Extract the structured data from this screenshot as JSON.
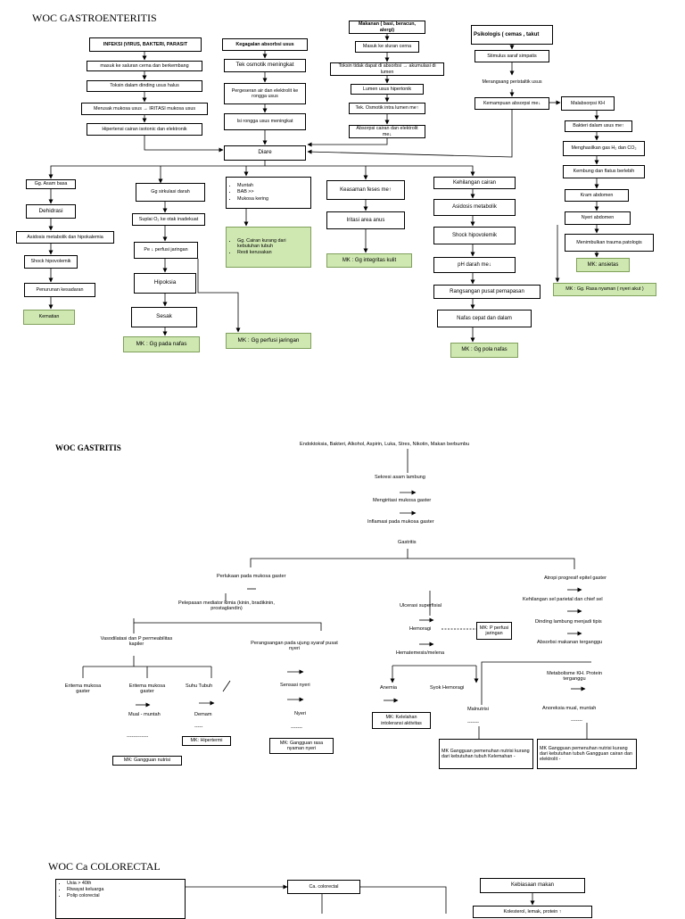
{
  "gastroenteritis": {
    "title": "WOC GASTROENTERITIS",
    "col1": [
      "INFEKSI (VIRUS, BAKTERI, PARASIT",
      "masuk ke saluran cerna dan berkembang",
      "Toksin dalam dinding usus halus",
      "Merusak mukosa usus → IRITASI mukosa usus",
      "Hipertensi cairan isotonic dan elektronik"
    ],
    "col2": [
      "Kegagalan absorbsi usus",
      "Tek osmotik meningkat",
      "Pergeseran air dan elektrolit ke rongga usus",
      "Isi rongga usus meningkat"
    ],
    "col3": [
      "Makanan ( basi, beracun, alergi)",
      "Masuk ke sluran cerna",
      "Toksin tidak dapat di absorbsi → akumulasi di lumen",
      "Lumen usus hipertonik",
      "Tek. Osmotik intra lumen me↑",
      "Absorpsi cairan dan elektrolit me↓"
    ],
    "col4": [
      "Psikologis ( cemas , takut",
      "Stimulus saraf simpatis",
      "Merangsang peristaltik usus",
      "Kemampuan absorpsi me↓"
    ],
    "diare": "Diare",
    "b1": [
      "Gg. Asam basa",
      "Dehidrasi",
      "Asidosis metabolik dan hipokalemia",
      "Shock hipovolemik",
      "Penurunan kesadaran",
      "Kematian"
    ],
    "b2": [
      "Gg sirkulasi darah",
      "Suplai O₂ ke otak inadekuat",
      "Pe ↓ perfusi jaringan",
      "Hipoksia",
      "Sesak",
      "MK : Gg pada nafas",
      "MK : Gg perfusi jaringan"
    ],
    "b3_list": [
      "Muntah",
      "BAB >>",
      "Mukosa kering"
    ],
    "b3_mk": [
      "Gg. Cairan kurang dari kebutuhan tubuh",
      "Resti kerusakan"
    ],
    "b4": [
      "Keasaman feses me↑",
      "Iritasi area anus",
      "MK : Gg integritas kulit"
    ],
    "b5": [
      "Kehilangan cairan",
      "Asidosis metabolik",
      "Shock hipovolemik",
      "pH darah me↓",
      "Rangsangan pusat pernapasan",
      "Nafas cepat dan dalam",
      "MK : Gg pola nafas"
    ],
    "b6": [
      "Malabsorpsi KH",
      "Bakteri dalam usus me↑",
      "Menghasilkan gas H₂ dan CO₂",
      "Kembung dan flatus berlebih",
      "Kram abdomen",
      "Nyeri abdomen",
      "Menimbulkan trauma patologis",
      "MK: ansietas",
      "MK : Gg. Rasa nyaman ( nyeri akut )"
    ]
  },
  "gastritis": {
    "title": "WOC GASTRITIS",
    "causes": "Endoktoksia, Bakteri, Alkohol, Aspirin, Luka, Stres, Nikotin, Makan berbumbu",
    "chain": [
      "Sekresi asam lambung",
      "Mengiritasi mukosa gaster",
      "Inflamasi pada mukosa gaster",
      "Gastritis"
    ],
    "left": [
      "Perlukaan pada mukosa gaster",
      "Pelepasan mediator kimia (kinin, bradikinin, prostaglandin)",
      "Vasodilatasi dan P permeabilitas kapiler",
      "Eritema mukosa gaster",
      "Eritema mukosa gaster",
      "Suhu Tubuh",
      "Mual - muntah",
      "Demam",
      "-------------",
      "-----",
      "MK: Hipertermi",
      "MK: Gangguan nutrisi"
    ],
    "mid": [
      "Perangsangan pada ujung syaraf pusat nyeri",
      "Sensasi nyeri",
      "Nyeri",
      "-------",
      "MK: Gangguan rasa nyaman nyeri"
    ],
    "ulcer": [
      "Ulcerasi superfisial",
      "Hemoragi",
      "MK: P perfusi jaringan",
      "Hematemesis/melena",
      "Anemia",
      "Syok Hemoragi",
      "MK: Kelelahan intoleransi aktivitas"
    ],
    "right": [
      "Atropi progresif epitel gaster",
      "Kehilangan sel parietal dan chief sel",
      "Dinding lambung menjadi tipis",
      "Absorbsi makanan terganggu",
      "Metabolisme KH. Protein terganggu",
      "Anoreksia mual, muntah",
      "Malnutrisi",
      "-------",
      "-------"
    ],
    "mk_bottom": [
      "MK Gangguan pemenuhan nutrisi kurang dari kebutuhan tubuh Kelemahan -",
      "MK Gangguan pemenuhan nutrisi kurang dari kebutuhan tubuh Gangguan cairan dan elektrolit -"
    ]
  },
  "colorectal": {
    "title": "WOC Ca COLORECTAL",
    "risks": [
      "Usia > 40th",
      "Riwayat keluarga",
      "Polip colorectal"
    ],
    "center": "Ca. colorectal",
    "habit": "Kebiasaan makan",
    "diet": "Kolesterol, lemak, protein ↑"
  }
}
